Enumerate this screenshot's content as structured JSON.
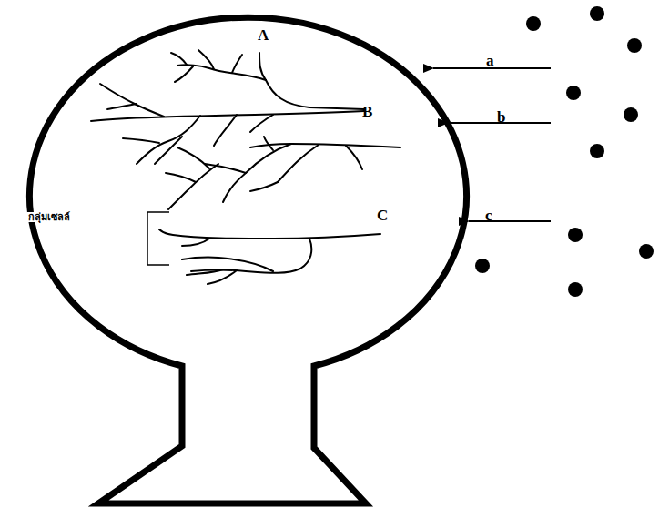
{
  "diagram": {
    "labels": [
      "A",
      "B",
      "C",
      "a",
      "b",
      "c",
      "กลุ่มเซลล์"
    ]
  }
}
